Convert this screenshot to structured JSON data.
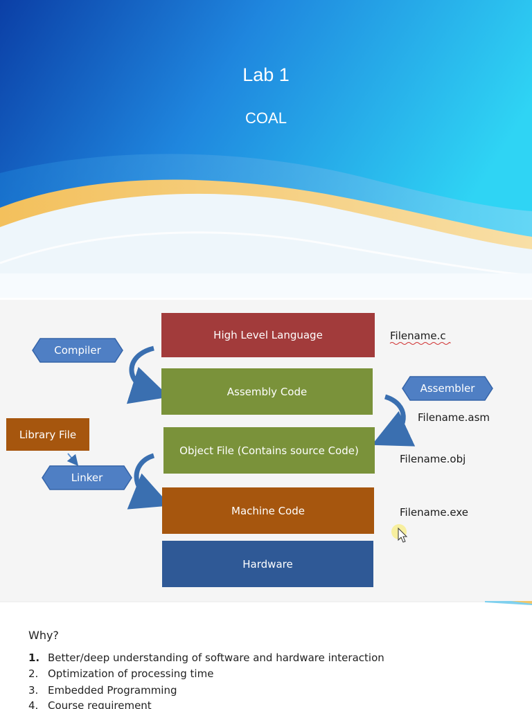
{
  "title_slide": {
    "title": "Lab 1",
    "subtitle": "COAL"
  },
  "diagram": {
    "layers": {
      "high_level_language": "High Level Language",
      "assembly_code": "Assembly Code",
      "object_file": "Object File (Contains source Code)",
      "machine_code": "Machine Code",
      "hardware": "Hardware"
    },
    "tags": {
      "compiler": "Compiler",
      "assembler": "Assembler",
      "linker": "Linker",
      "library_file": "Library File"
    },
    "filenames": {
      "c": "Filename.c",
      "asm": "Filename.asm",
      "obj": "Filename.obj",
      "exe": "Filename.exe"
    },
    "colors": {
      "high_level_language": "#a23b3b",
      "assembly_code": "#7a923a",
      "object_file": "#7a923a",
      "machine_code": "#a6560e",
      "hardware": "#2f5996",
      "tag_fill": "#4f7fc4",
      "arrow": "#3a6fb0"
    },
    "icons": [
      "curved-arrow-icon",
      "mouse-pointer-icon",
      "pentagon-tag-icon"
    ]
  },
  "why_slide": {
    "heading": "Why?",
    "items": [
      {
        "number": "1.",
        "text": "Better/deep understanding of software and hardware interaction"
      },
      {
        "number": "2.",
        "text": "Optimization of processing time"
      },
      {
        "number": "3.",
        "text": "Embedded Programming"
      },
      {
        "number": "4.",
        "text": "Course requirement"
      }
    ]
  }
}
